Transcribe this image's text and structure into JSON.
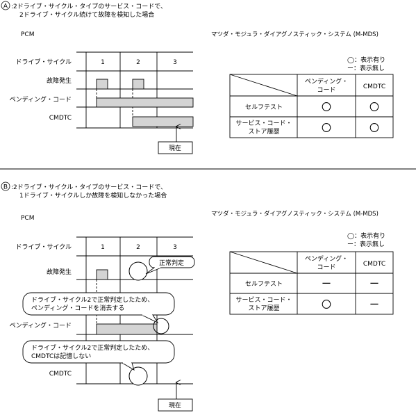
{
  "panelA": {
    "letter": "A",
    "heading1": ":2ドライブ・サイクル・タイプのサービス・コードで、",
    "heading2": "2ドライブ・サイクル続けて故障を検知した場合",
    "pcm": "PCM",
    "row_drive": "ドライブ・サイクル",
    "cycle1": "1",
    "cycle2": "2",
    "cycle3": "3",
    "row_fault": "故障発生",
    "row_pending": "ペンディング・コード",
    "row_cmdtc": "CMDTC",
    "now": "現在",
    "system_title": "マツダ・モジュラ・ダイアグノスティック・システム (M-MDS)",
    "legend_yes": "◯：表示有り",
    "legend_no": "ー：表示無し",
    "table": {
      "col_pending_1": "ペンディング・",
      "col_pending_2": "コード",
      "col_cmdtc": "CMDTC",
      "row1": "セルフテスト",
      "row2_1": "サービス・コード・",
      "row2_2": "ストア履歴",
      "r1c1": "〇",
      "r1c2": "〇",
      "r2c1": "〇",
      "r2c2": "〇"
    }
  },
  "panelB": {
    "letter": "B",
    "heading1": ":2ドライブ・サイクル・タイプのサービス・コードで、",
    "heading2": "1ドライブ・サイクルしか故障を検知しなかった場合",
    "pcm": "PCM",
    "row_drive": "ドライブ・サイクル",
    "cycle1": "1",
    "cycle2": "2",
    "cycle3": "3",
    "row_fault": "故障発生",
    "row_pending": "ペンディング・コード",
    "row_cmdtc": "CMDTC",
    "normal_judgement": "正常判定",
    "callout1_1": "ドライブ・サイクル2で正常判定したため、",
    "callout1_2": "ペンディング・コードを消去する",
    "callout2_1": "ドライブ・サイクル2で正常判定したため、",
    "callout2_2": "CMDTCは記憶しない",
    "now": "現在",
    "system_title": "マツダ・モジュラ・ダイアグノスティック・システム (M-MDS)",
    "legend_yes": "◯：表示有り",
    "legend_no": "ー：表示無し",
    "table": {
      "col_pending_1": "ペンディング・",
      "col_pending_2": "コード",
      "col_cmdtc": "CMDTC",
      "row1": "セルフテスト",
      "row2_1": "サービス・コード・",
      "row2_2": "ストア履歴",
      "r1c1": "ー",
      "r1c2": "ー",
      "r2c1": "〇",
      "r2c2": "ー"
    }
  }
}
